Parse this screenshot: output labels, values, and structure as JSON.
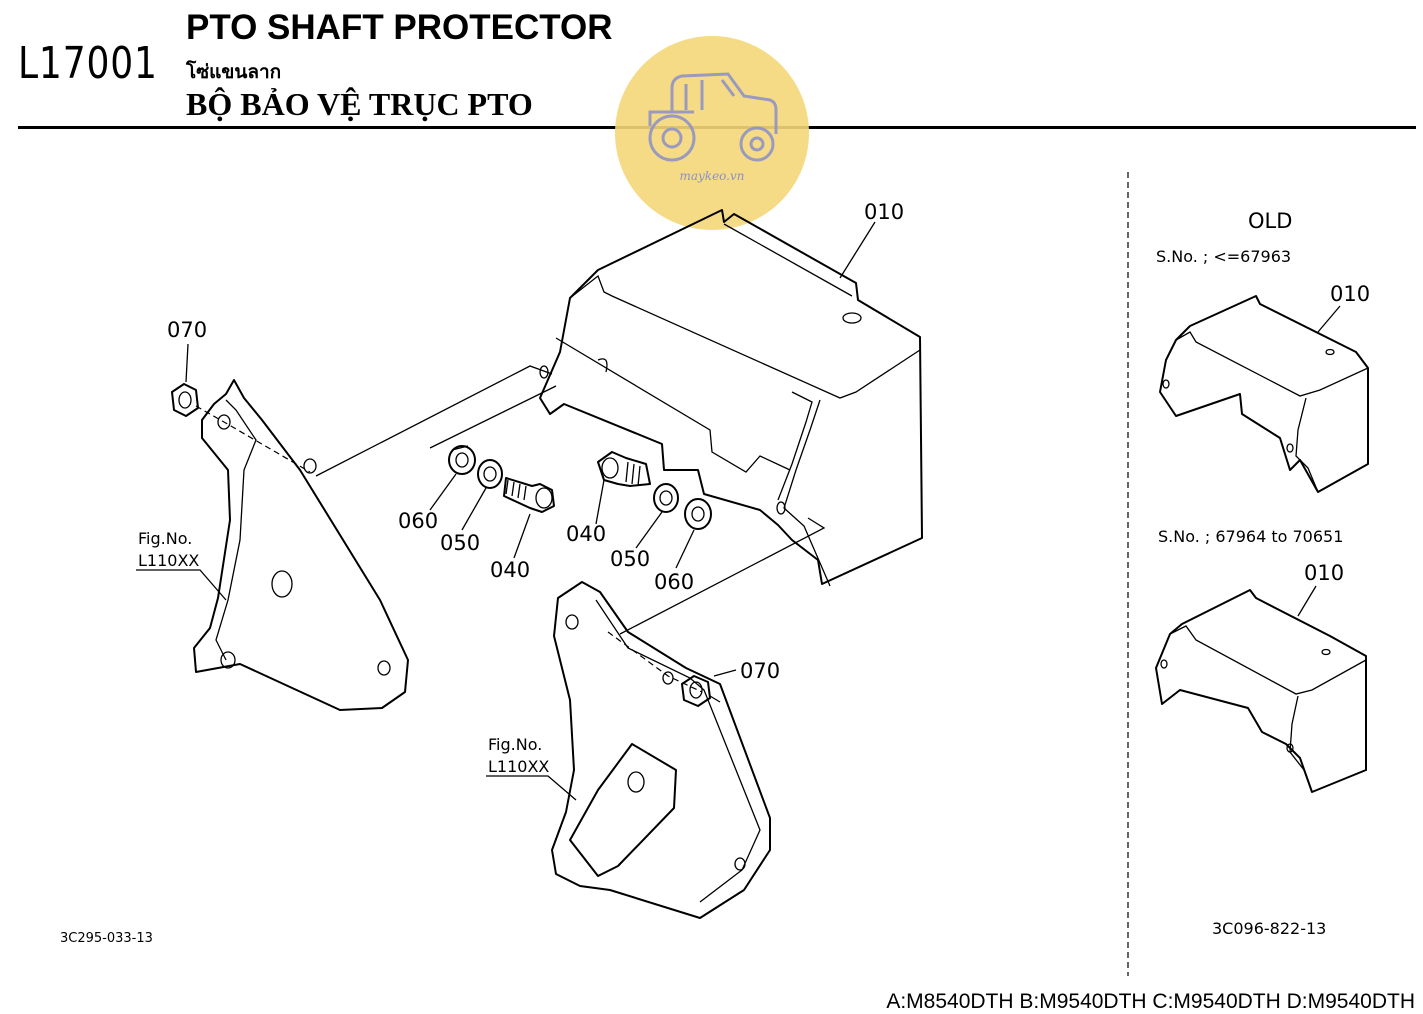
{
  "header": {
    "page_code": "L17001",
    "title_en": "PTO SHAFT PROTECTOR",
    "title_th": "โซ่แขนลาก",
    "title_vi": "BỘ BẢO VỆ TRỤC PTO"
  },
  "watermark": {
    "text": "maykeo.vn",
    "color": "#f5d77a",
    "icon": "tractor-icon"
  },
  "main_diagram": {
    "callouts": {
      "cover": "010",
      "nut_left": "070",
      "nut_right": "070",
      "washer_060_left": "060",
      "washer_050_left": "050",
      "bolt_040_left": "040",
      "bolt_040_right": "040",
      "washer_050_right": "050",
      "washer_060_right": "060"
    },
    "fig_ref_left": {
      "line1": "Fig.No.",
      "line2": "L110XX"
    },
    "fig_ref_right": {
      "line1": "Fig.No.",
      "line2": "L110XX"
    },
    "drawing_code": "3C295-033-13"
  },
  "old_panel": {
    "title": "OLD",
    "serial_1": "S.No. ; <=67963",
    "callout_1": "010",
    "serial_2": "S.No. ; 67964 to 70651",
    "callout_2": "010",
    "drawing_code": "3C096-822-13"
  },
  "footer": {
    "models": "A:M8540DTH B:M9540DTH C:M9540DTH D:M9540DTH"
  }
}
